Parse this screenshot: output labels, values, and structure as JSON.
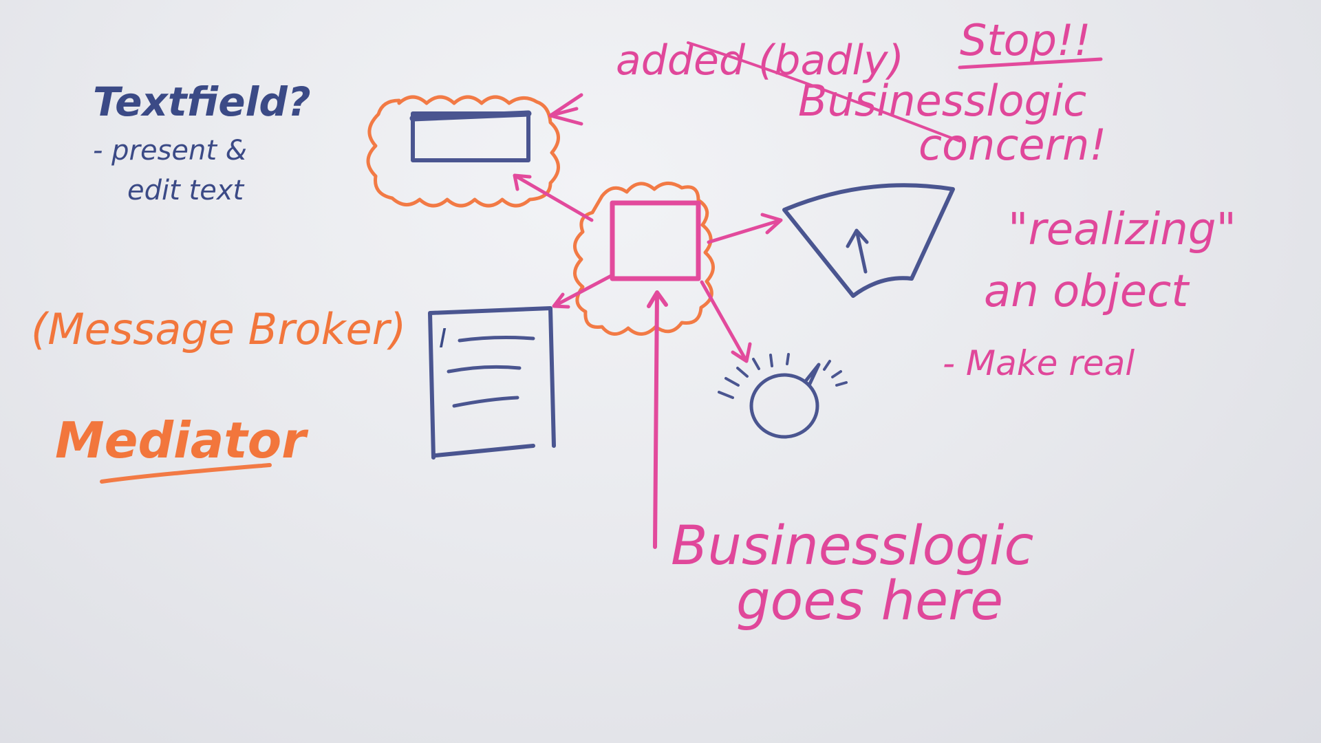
{
  "notes": {
    "textfield_title": "Textfield?",
    "textfield_desc_1": "- present &",
    "textfield_desc_2": "edit text",
    "message_broker": "(Message Broker)",
    "mediator": "Mediator",
    "added_badly": "added (badly)",
    "stop": "Stop!!",
    "businesslogic_concern_1": "Businesslogic",
    "businesslogic_concern_2": "concern!",
    "realizing_1": "\"realizing\"",
    "realizing_2": "an object",
    "make_real": "- Make real",
    "goes_here_1": "Businesslogic",
    "goes_here_2": "goes here",
    "list_cursor": "I"
  },
  "colors": {
    "blue_marker": "#3b4a86",
    "pink_marker": "#e0479a",
    "orange_marker": "#f2763c",
    "board": "#e9eaee"
  }
}
